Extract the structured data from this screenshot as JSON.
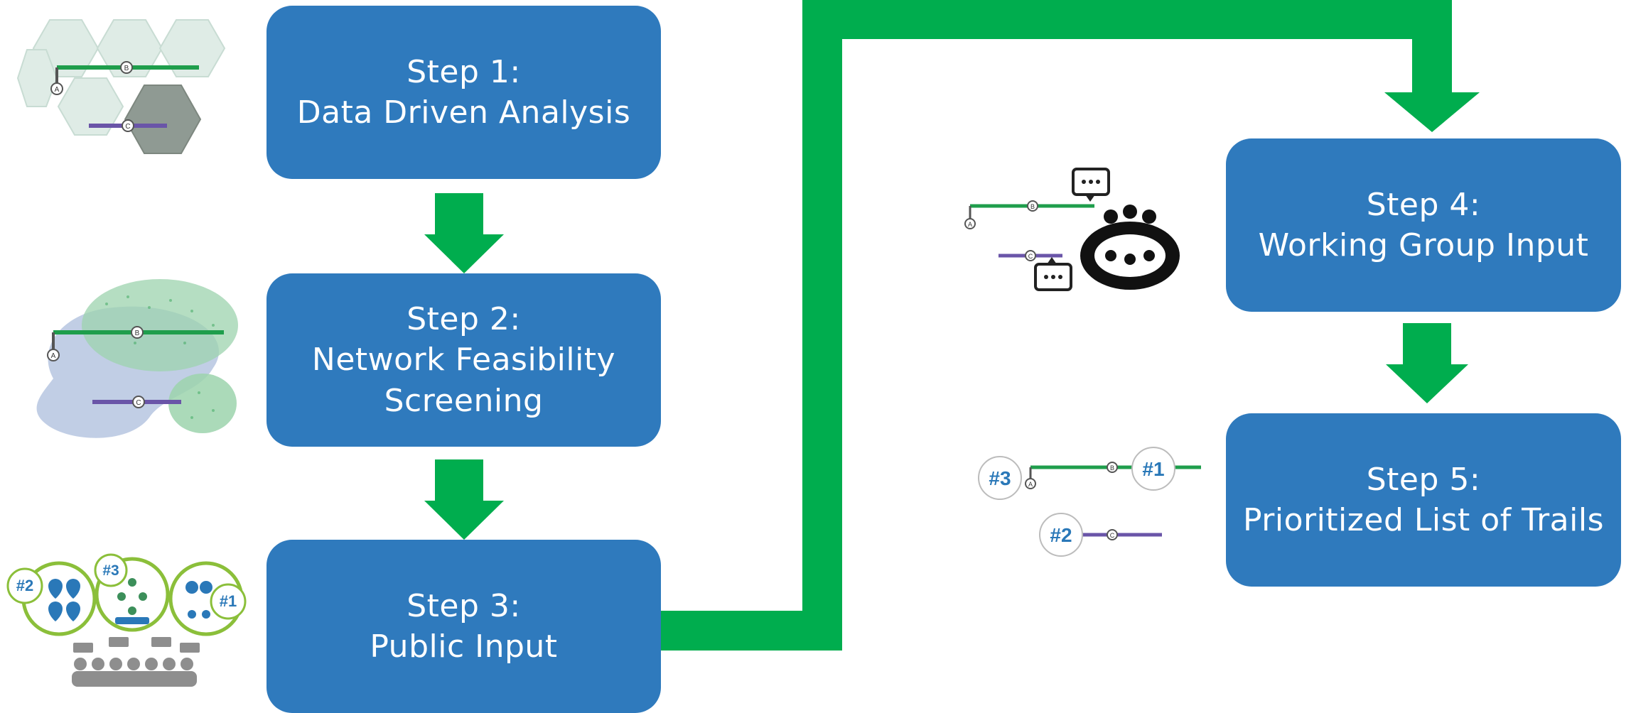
{
  "colors": {
    "box": "#2f7abd",
    "arrow": "#00ad4e",
    "box_text": "#ffffff",
    "green_line": "#1f9e4c",
    "purple_line": "#6a55a8",
    "badge_blue": "#2a78b8"
  },
  "steps": [
    {
      "id": "step-1",
      "title": "Step 1:",
      "lines": [
        "Data Driven Analysis"
      ]
    },
    {
      "id": "step-2",
      "title": "Step 2:",
      "lines": [
        "Network Feasibility",
        "Screening"
      ]
    },
    {
      "id": "step-3",
      "title": "Step 3:",
      "lines": [
        "Public Input"
      ]
    },
    {
      "id": "step-4",
      "title": "Step 4:",
      "lines": [
        "Working Group Input"
      ]
    },
    {
      "id": "step-5",
      "title": "Step 5:",
      "lines": [
        "Prioritized List of Trails"
      ]
    }
  ],
  "illustrations": {
    "step1": {
      "name": "hexagon-grid-icon",
      "nodes": [
        "A",
        "B",
        "C"
      ]
    },
    "step2": {
      "name": "feasibility-map-icon",
      "nodes": [
        "A",
        "B",
        "C"
      ]
    },
    "step3": {
      "name": "public-input-icon",
      "badges": [
        "#2",
        "#3",
        "#1"
      ]
    },
    "step4": {
      "name": "working-group-icon",
      "nodes": [
        "A",
        "B",
        "C"
      ]
    },
    "step5": {
      "name": "ranked-trails-icon",
      "badges": [
        "#3",
        "#1",
        "#2"
      ],
      "nodes": [
        "A",
        "B",
        "C"
      ]
    }
  }
}
